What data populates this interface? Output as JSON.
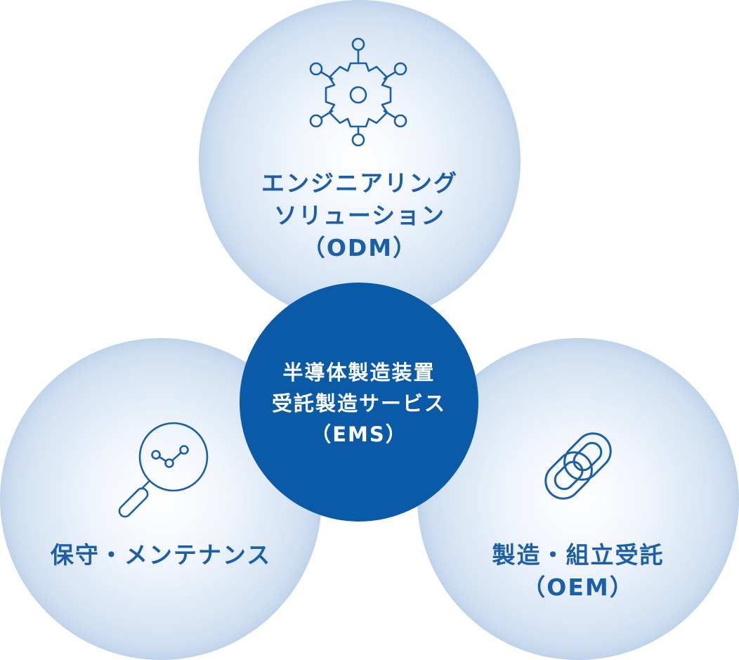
{
  "diagram": {
    "top": {
      "icon": "gear-network-icon",
      "lines": [
        "エンジニアリング",
        "ソリューション",
        "（ODM）"
      ]
    },
    "left": {
      "icon": "search-analytics-icon",
      "lines": [
        "保守・メンテナンス"
      ]
    },
    "right": {
      "icon": "chain-link-icon",
      "lines": [
        "製造・組立受託",
        "（OEM）"
      ]
    },
    "center": {
      "lines": [
        "半導体製造装置",
        "受託製造サービス",
        "（EMS）"
      ]
    },
    "colors": {
      "accent": "#1d5fa6",
      "center_fill": "#0a5aa8",
      "bubble_edge": "#a9c6e5",
      "center_text": "#ffffff"
    }
  }
}
